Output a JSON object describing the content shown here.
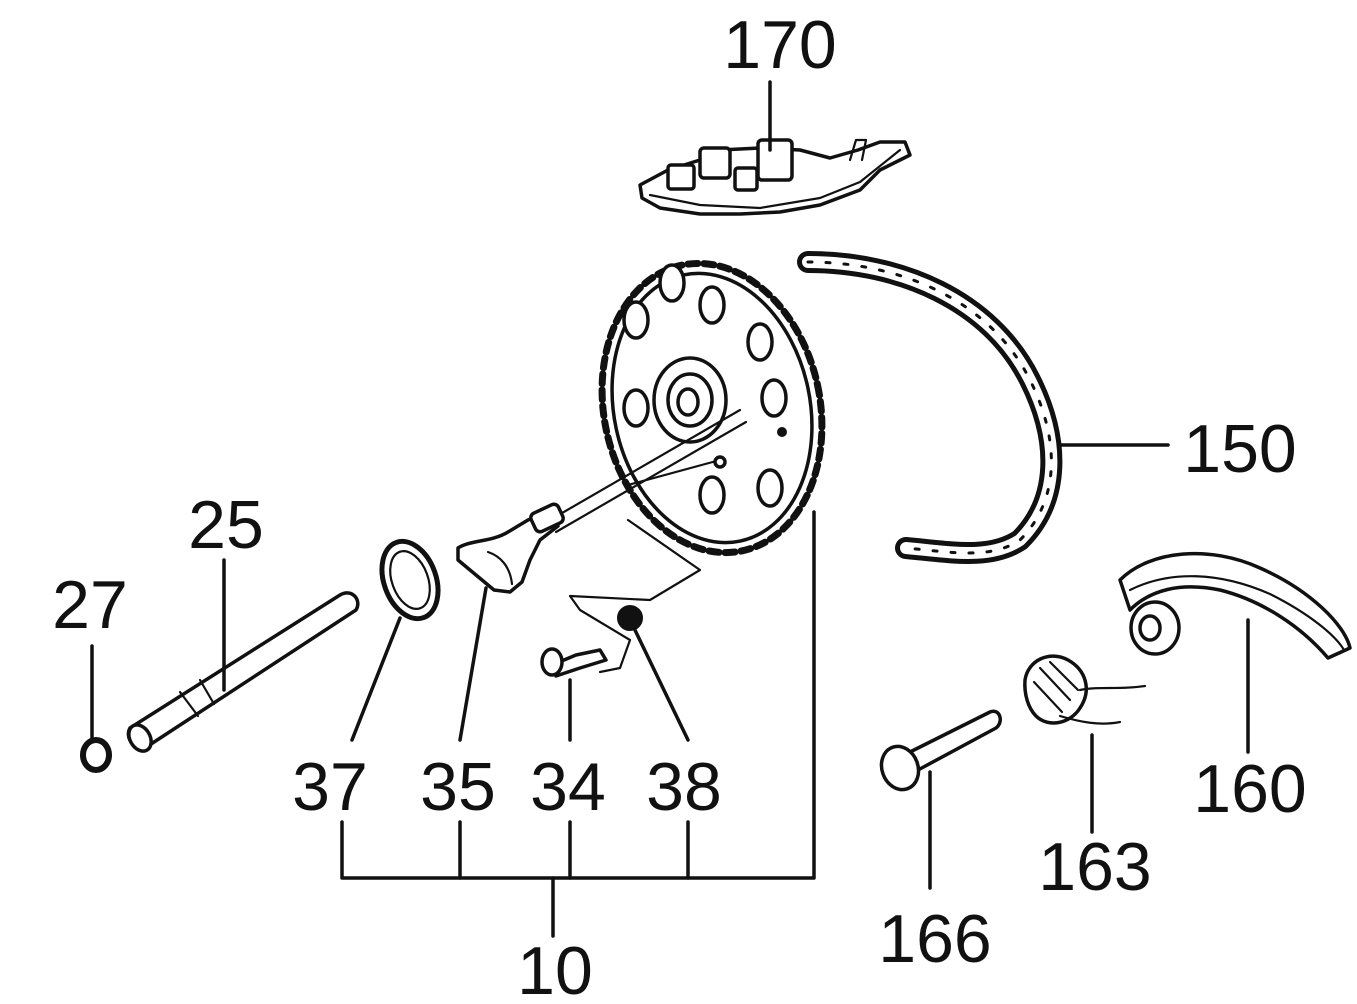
{
  "diagram": {
    "labels": {
      "p170": "170",
      "p150": "150",
      "p25": "25",
      "p27": "27",
      "p37": "37",
      "p35": "35",
      "p34": "34",
      "p38": "38",
      "p10": "10",
      "p160": "160",
      "p163": "163",
      "p166": "166"
    },
    "colors": {
      "ink": "#111111",
      "background": "#ffffff"
    }
  }
}
